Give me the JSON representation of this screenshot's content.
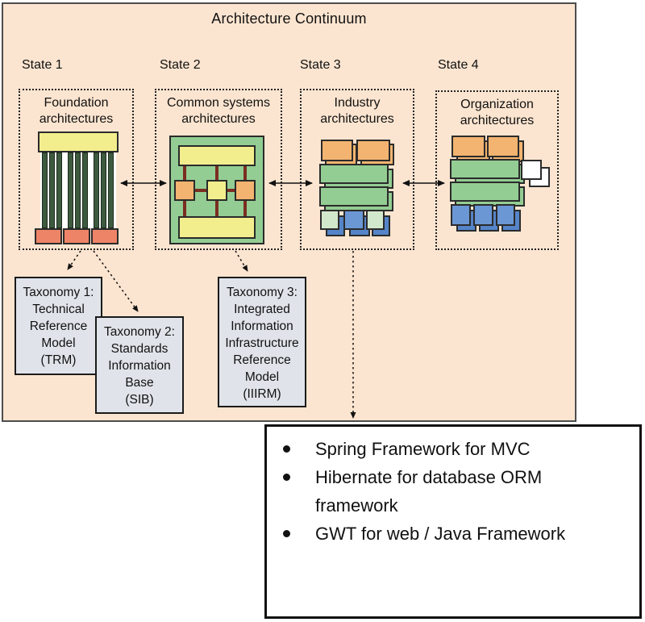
{
  "title": "Architecture Continuum",
  "states": [
    {
      "label": "State 1",
      "name": "Foundation\narchitectures"
    },
    {
      "label": "State 2",
      "name": "Common systems\narchitectures"
    },
    {
      "label": "State 3",
      "name": "Industry\narchitectures"
    },
    {
      "label": "State 4",
      "name": "Organization\narchitectures"
    }
  ],
  "taxonomies": [
    {
      "text": "Taxonomy 1:\nTechnical\nReference\nModel\n(TRM)"
    },
    {
      "text": "Taxonomy 2:\nStandards\nInformation\nBase\n(SIB)"
    },
    {
      "text": "Taxonomy 3:\nIntegrated\nInformation\nInfrastructure\nReference\nModel\n(IIIRM)"
    }
  ],
  "frameworks": {
    "items": [
      "Spring Framework for MVC",
      "Hibernate for database ORM framework",
      "GWT for web / Java Framework"
    ]
  },
  "colors": {
    "peach": "#fce5d0",
    "yellow": "#f2ee8e",
    "green": "#93cd93",
    "light_green": "#d2e8cc",
    "orange": "#f2b470",
    "salmon": "#ee8467",
    "dark_green": "#3d5a3f",
    "maroon": "#7b2d21",
    "blue": "#6b97d4",
    "blue_shadow": "#5584c8",
    "taxonomy_gray": "#e0e4ea"
  }
}
